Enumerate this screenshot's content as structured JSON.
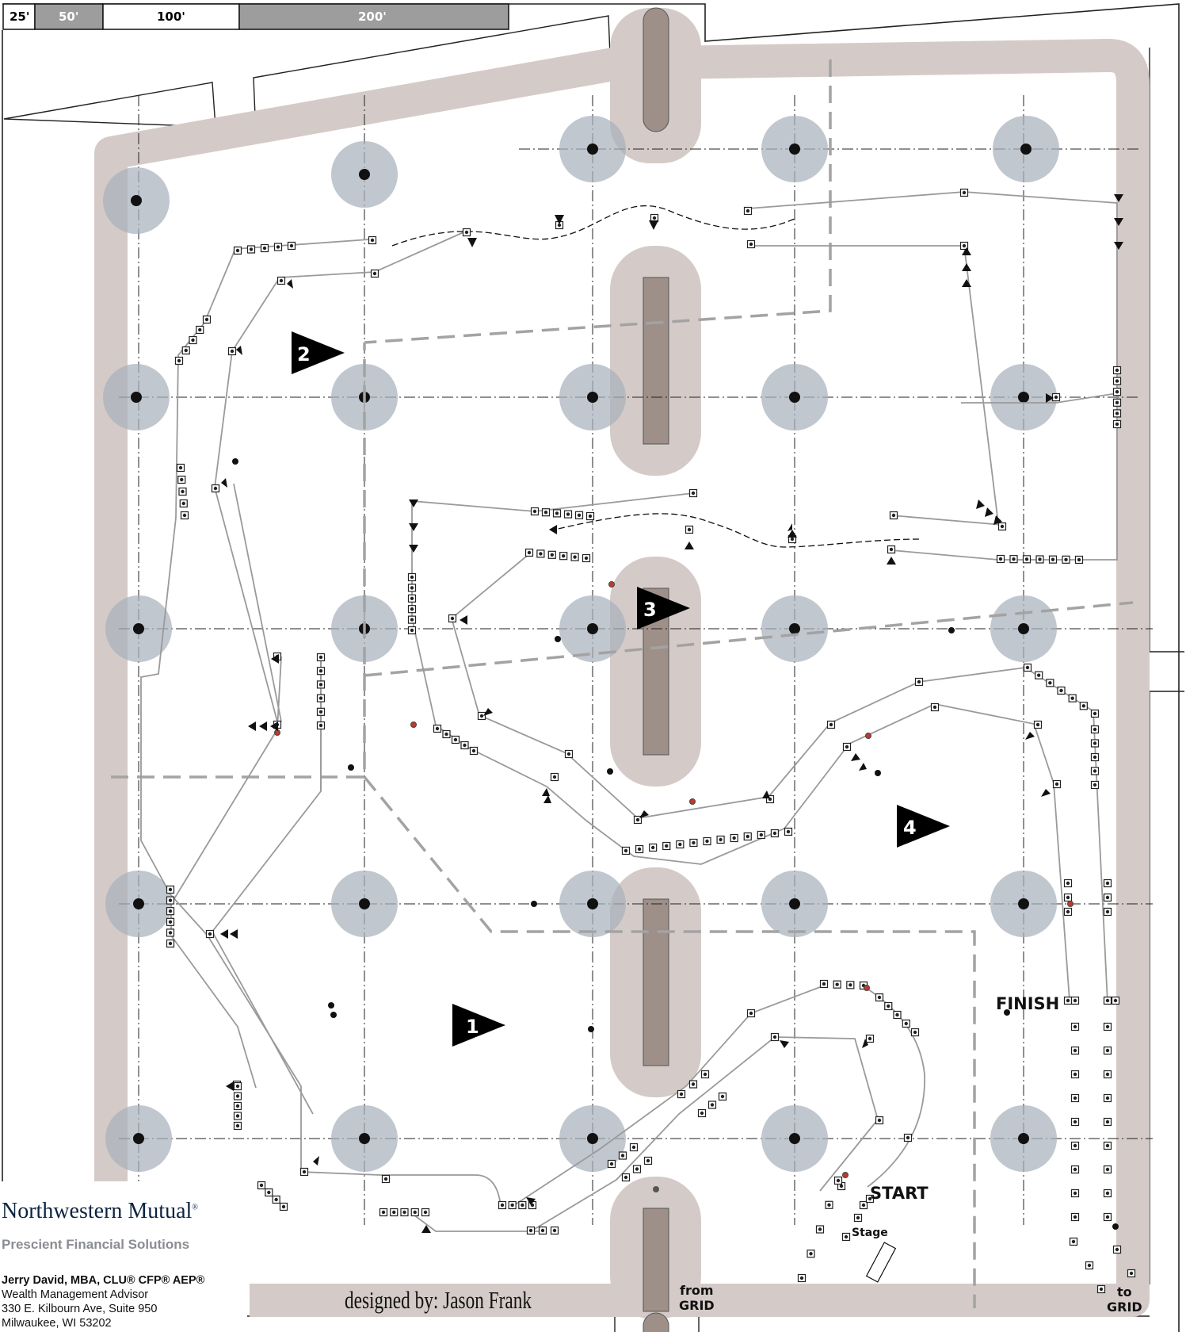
{
  "scale_bar": {
    "segments": [
      {
        "label": "25'",
        "fill": "#ffffff",
        "text_color": "#000000"
      },
      {
        "label": "50'",
        "fill": "#9d9d9d",
        "text_color": "#ffffff"
      },
      {
        "label": "100'",
        "fill": "#ffffff",
        "text_color": "#000000"
      },
      {
        "label": "200'",
        "fill": "#9d9d9d",
        "text_color": "#ffffff"
      }
    ]
  },
  "map": {
    "stations": [
      "1",
      "2",
      "3",
      "4"
    ],
    "start_label": "START",
    "stage_label": "Stage",
    "finish_label": "FINISH",
    "from_grid_label": [
      "from",
      "GRID"
    ],
    "to_grid_label": [
      "to",
      "GRID"
    ],
    "designer_credit": "designed by: Jason Frank"
  },
  "sponsor": {
    "brand": "Northwestern Mutual",
    "brand_mark": "®",
    "team": "Prescient Financial Solutions",
    "advisor_name": "Jerry David, MBA, CLU® CFP® AEP®",
    "advisor_title": "Wealth Management Advisor",
    "address_line1": "330 E. Kilbourn Ave, Suite 950",
    "address_line2": "Milwaukee, WI 53202"
  },
  "colors": {
    "road": "#d4cbc8",
    "median": "#9e8f89",
    "light_pole_halo": "#a9b1bb",
    "course_line": "#9a9a9a",
    "section_divider": "#a3a3a3",
    "brand": "#0c2340",
    "team_text": "#8a8d91",
    "red_cone": "#c0392b"
  }
}
